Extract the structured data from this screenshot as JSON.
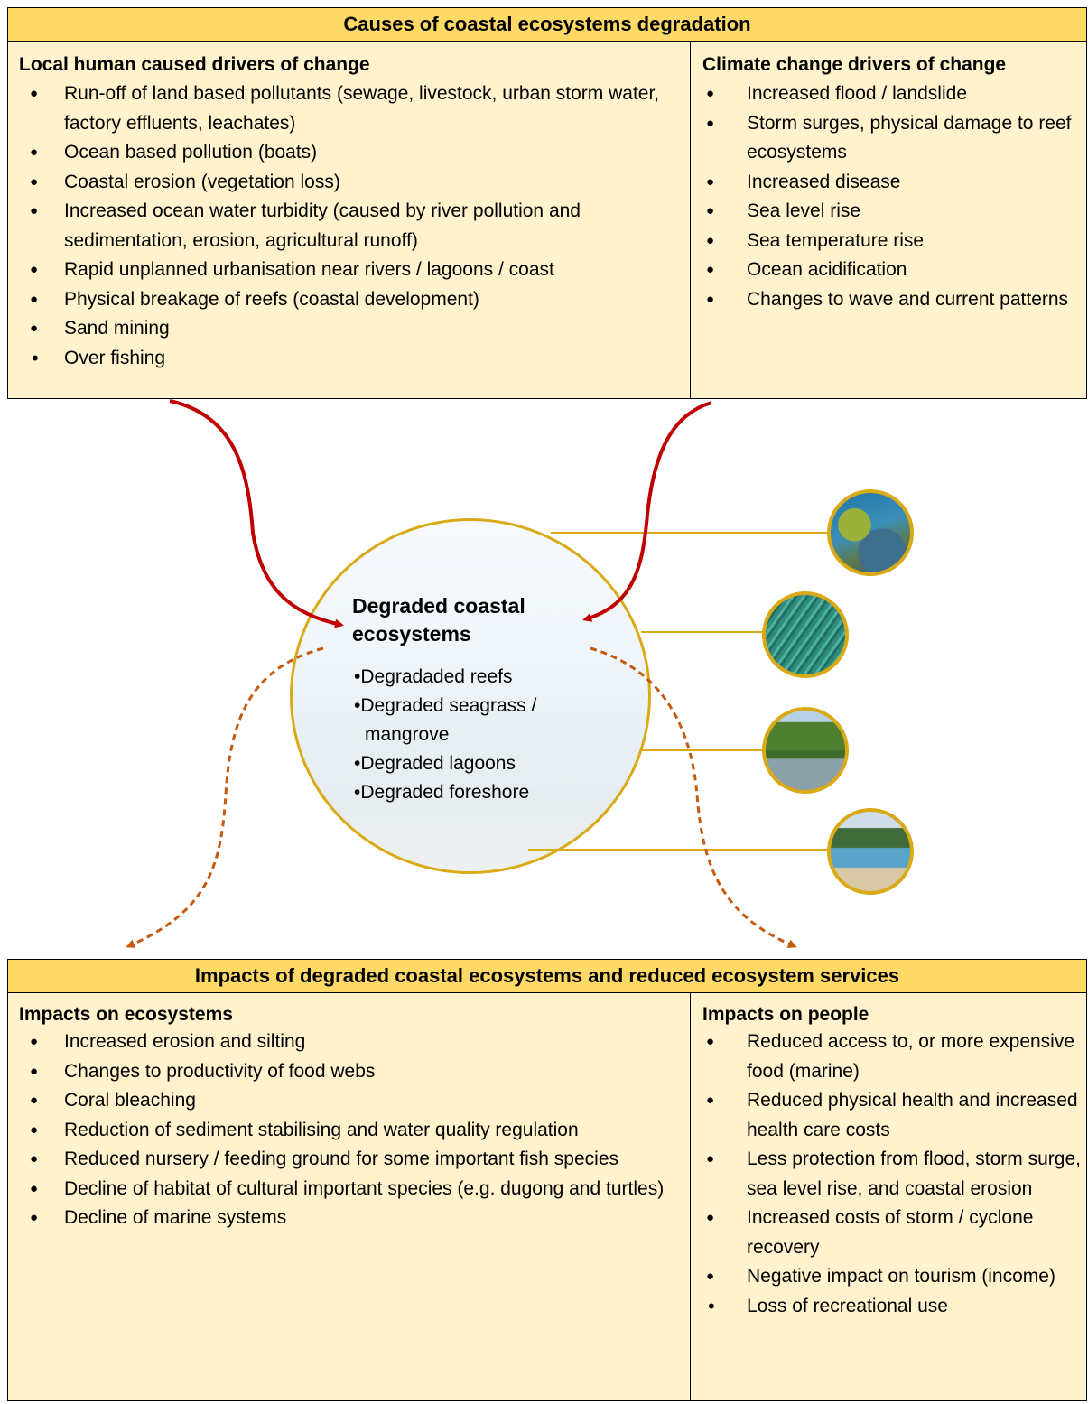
{
  "causes": {
    "title": "Causes of coastal ecosystems degradation",
    "local": {
      "heading": "Local human caused drivers of change",
      "items": [
        "Run-off of land based pollutants (sewage, livestock, urban storm water, factory effluents, leachates)",
        "Ocean based pollution (boats)",
        "Coastal erosion (vegetation loss)",
        "Increased ocean water turbidity (caused by river pollution and sedimentation, erosion, agricultural runoff)",
        "Rapid unplanned urbanisation near rivers / lagoons / coast",
        "Physical breakage of reefs (coastal development)",
        "Sand mining",
        "Over fishing"
      ]
    },
    "climate": {
      "heading": "Climate change drivers of change",
      "items": [
        "Increased flood / landslide",
        "Storm surges, physical damage to reef ecosystems",
        "Increased disease",
        "Sea level rise",
        "Sea temperature rise",
        "Ocean acidification",
        "Changes to wave and current patterns"
      ]
    }
  },
  "center": {
    "title": "Degraded coastal ecosystems",
    "items": [
      "•Degradaded reefs",
      "•Degraded seagrass / mangrove",
      "•Degraded lagoons",
      "•Degraded foreshore"
    ]
  },
  "impacts": {
    "title": "Impacts of degraded coastal ecosystems and reduced ecosystem services",
    "ecosystems": {
      "heading": "Impacts on ecosystems",
      "items": [
        "Increased erosion and silting",
        "Changes to productivity of food webs",
        "Coral bleaching",
        "Reduction of sediment stabilising and water quality regulation",
        "Reduced nursery / feeding ground for some important fish species",
        "Decline of habitat of cultural important species (e.g. dugong and turtles)",
        "Decline of marine systems"
      ]
    },
    "people": {
      "heading": "Impacts on people",
      "items": [
        "Reduced access to, or more expensive food (marine)",
        "Reduced physical health and increased health care costs",
        "Less protection from flood, storm surge, sea level rise, and coastal erosion",
        "Increased costs of storm / cyclone recovery",
        "Negative impact on tourism (income)",
        "Loss of recreational use"
      ]
    }
  },
  "bullets": {
    "round": "●",
    "small": "•"
  },
  "colors": {
    "box_fill": "#fff2cc",
    "header_fill": "#ffd966",
    "gold_border": "#d9a916",
    "solid_arrow": "#c00000",
    "dashed_arrow": "#c55a11"
  },
  "thumbnails": [
    "coral-reef-photo",
    "seagrass-photo",
    "mangrove-lagoon-photo",
    "foreshore-beach-photo"
  ]
}
